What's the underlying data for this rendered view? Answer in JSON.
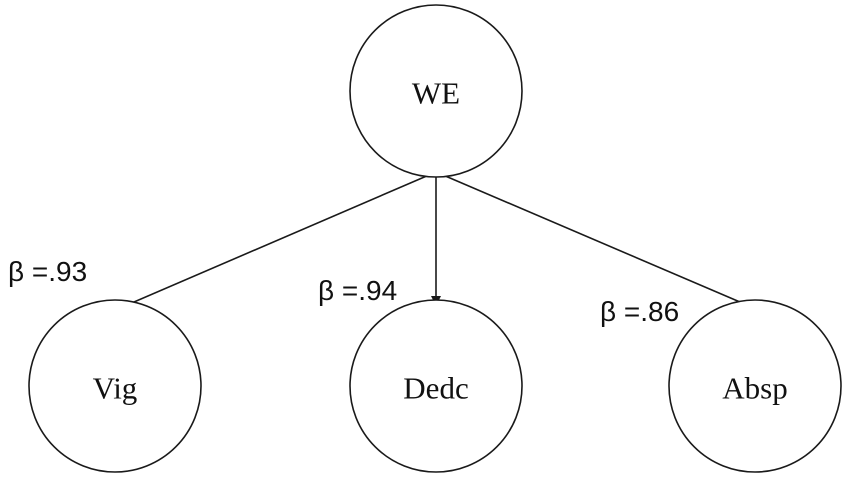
{
  "nodes": {
    "we": {
      "label": "WE"
    },
    "vig": {
      "label": "Vig"
    },
    "dedc": {
      "label": "Dedc"
    },
    "absp": {
      "label": "Absp"
    }
  },
  "edges": [
    {
      "from": "WE",
      "to": "Vig",
      "label": "β =.93"
    },
    {
      "from": "WE",
      "to": "Dedc",
      "label": "β =.94"
    },
    {
      "from": "WE",
      "to": "Absp",
      "label": "β =.86"
    }
  ]
}
